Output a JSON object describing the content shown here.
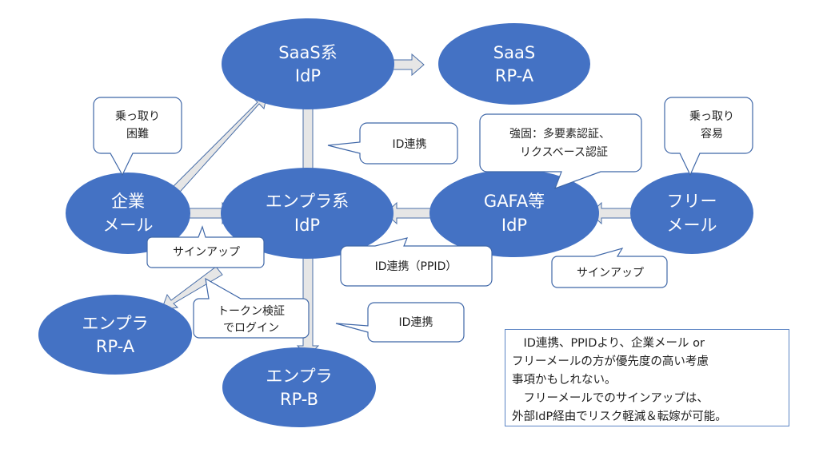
{
  "colors": {
    "node_fill": "#4472c4",
    "node_text": "#ffffff",
    "arrow_fill": "#e6e6e6",
    "arrow_stroke": "#4a6fa8",
    "callout_stroke": "#3f67a8",
    "callout_fill": "#ffffff"
  },
  "nodes": {
    "saas_idp": [
      "SaaS系",
      "IdP"
    ],
    "saas_rp_a": [
      "SaaS",
      "RP-A"
    ],
    "corp_mail": [
      "企業",
      "メール"
    ],
    "enterprise_idp": [
      "エンプラ系",
      "IdP"
    ],
    "gafa_idp": [
      "GAFA等",
      "IdP"
    ],
    "free_mail": [
      "フリー",
      "メール"
    ],
    "enterprise_rp_a": [
      "エンプラ",
      "RP-A"
    ],
    "enterprise_rp_b": [
      "エンプラ",
      "RP-B"
    ]
  },
  "callouts": {
    "takeover_hard": [
      "乗っ取り",
      "困難"
    ],
    "takeover_easy": [
      "乗っ取り",
      "容易"
    ],
    "id_federation_top": [
      "ID連携"
    ],
    "strong_auth": [
      "強固：多要素認証、",
      "リクスベース認証"
    ],
    "signup_left": [
      "サインアップ"
    ],
    "id_federation_ppid": [
      "ID連携（PPID）"
    ],
    "signup_right": [
      "サインアップ"
    ],
    "token_login": [
      "トークン検証",
      "でログイン"
    ],
    "id_federation_bottom": [
      "ID連携"
    ]
  },
  "note": {
    "lines": [
      "　ID連携、PPIDより、企業メール or",
      "フリーメールの方が優先度の高い考慮",
      "事項かもしれない。",
      "　フリーメールでのサインアップは、",
      "外部IdP経由でリスク軽減＆転嫁が可能。"
    ]
  }
}
